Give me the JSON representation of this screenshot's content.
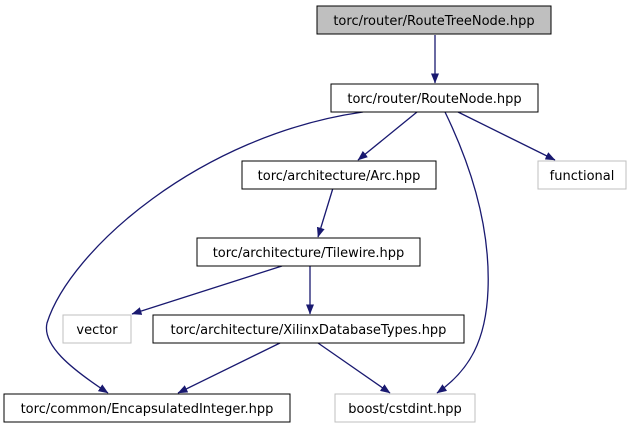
{
  "diagram": {
    "type": "include-dependency-graph",
    "nodes": [
      {
        "id": "routetreenode",
        "label": "torc/router/RouteTreeNode.hpp",
        "style": "root"
      },
      {
        "id": "routenode",
        "label": "torc/router/RouteNode.hpp",
        "style": "documented"
      },
      {
        "id": "arc",
        "label": "torc/architecture/Arc.hpp",
        "style": "documented"
      },
      {
        "id": "functional",
        "label": "functional",
        "style": "external"
      },
      {
        "id": "tilewire",
        "label": "torc/architecture/Tilewire.hpp",
        "style": "documented"
      },
      {
        "id": "vector",
        "label": "vector",
        "style": "external"
      },
      {
        "id": "xilinxdbtypes",
        "label": "torc/architecture/XilinxDatabaseTypes.hpp",
        "style": "documented"
      },
      {
        "id": "encapsulatedinteger",
        "label": "torc/common/EncapsulatedInteger.hpp",
        "style": "documented"
      },
      {
        "id": "cstdint",
        "label": "boost/cstdint.hpp",
        "style": "external"
      }
    ],
    "edges": [
      {
        "from": "routetreenode",
        "to": "routenode"
      },
      {
        "from": "routenode",
        "to": "arc"
      },
      {
        "from": "routenode",
        "to": "functional"
      },
      {
        "from": "routenode",
        "to": "encapsulatedinteger"
      },
      {
        "from": "routenode",
        "to": "cstdint"
      },
      {
        "from": "arc",
        "to": "tilewire"
      },
      {
        "from": "tilewire",
        "to": "vector"
      },
      {
        "from": "tilewire",
        "to": "xilinxdbtypes"
      },
      {
        "from": "xilinxdbtypes",
        "to": "encapsulatedinteger"
      },
      {
        "from": "xilinxdbtypes",
        "to": "cstdint"
      }
    ]
  },
  "colors": {
    "edge": "#191970",
    "root_fill": "#bfbfbf",
    "root_stroke": "#000000",
    "documented_stroke": "#000000",
    "external_stroke": "#bfbfbf",
    "node_fill": "#ffffff"
  }
}
